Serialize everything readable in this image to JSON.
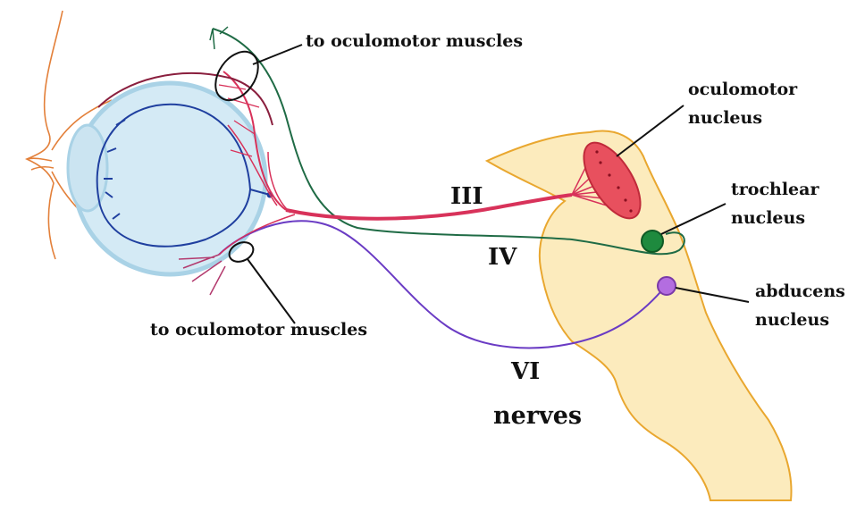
{
  "diagram": {
    "labels": {
      "top_muscles": "to oculomotor muscles",
      "bottom_muscles": "to oculomotor muscles",
      "oculomotor_nucleus_line1": "oculomotor",
      "oculomotor_nucleus_line2": "nucleus",
      "trochlear_nucleus_line1": "trochlear",
      "trochlear_nucleus_line2": "nucleus",
      "abducens_nucleus_line1": "abducens",
      "abducens_nucleus_line2": "nucleus",
      "nerve_III": "III",
      "nerve_IV": "IV",
      "nerve_VI": "VI",
      "nerves": "nerves"
    },
    "colors": {
      "oculomotor_nerve": "#d8325a",
      "trochlear_nerve": "#1f6b45",
      "abducens_nerve": "#6a3bc4",
      "optic_nerve": "#1f3f9f",
      "eyeball_fill": "#d4eaf5",
      "eyeball_outline": "#a9d2e6",
      "brainstem_fill": "#fcebbd",
      "brainstem_outline": "#e9a72f",
      "face_outline": "#e3803a",
      "oculomotor_nucleus": "#e8505e",
      "trochlear_nucleus": "#1e8a3e",
      "abducens_nucleus": "#b36de0",
      "upper_muscle_branch": "#8a1f3e"
    }
  }
}
